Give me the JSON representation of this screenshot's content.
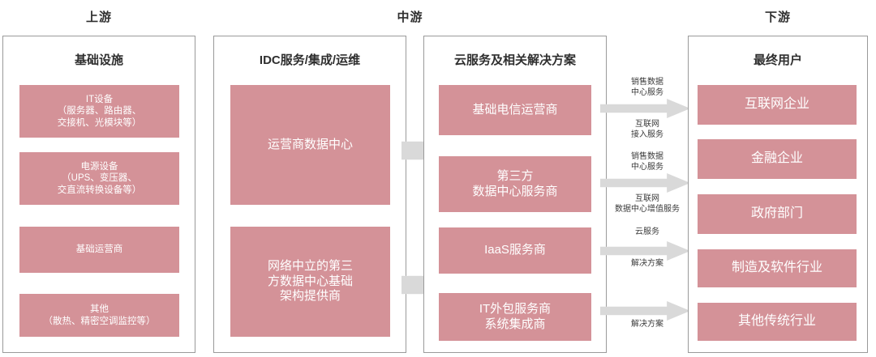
{
  "stages": [
    {
      "label": "上游"
    },
    {
      "label": "中游"
    },
    {
      "label": "下游"
    }
  ],
  "columns": [
    {
      "title": "基础设施",
      "boxes": [
        {
          "text": "IT设备\n（服务器、路由器、\n交接机、光模块等）"
        },
        {
          "text": "电源设备\n（UPS、变压器、\n交直流转换设备等）"
        },
        {
          "text": "基础运营商"
        },
        {
          "text": "其他\n（散热、精密空调监控等）"
        }
      ]
    },
    {
      "title": "IDC服务/集成/运维",
      "boxes": [
        {
          "text": "运营商数据中心"
        },
        {
          "text": "网络中立的第三\n方数据中心基础\n架构提供商"
        }
      ]
    },
    {
      "title": "云服务及相关解决方案",
      "boxes": [
        {
          "text": "基础电信运营商"
        },
        {
          "text": "第三方\n数据中心服务商"
        },
        {
          "text": "IaaS服务商"
        },
        {
          "text": "IT外包服务商\n系统集成商"
        }
      ]
    },
    {
      "title": "最终用户",
      "boxes": [
        {
          "text": "互联网企业"
        },
        {
          "text": "金融企业"
        },
        {
          "text": "政府部门"
        },
        {
          "text": "制造及软件行业"
        },
        {
          "text": "其他传统行业"
        }
      ]
    }
  ],
  "flow_labels": [
    {
      "text": "销售数据\n中心服务"
    },
    {
      "text": "互联网\n接入服务"
    },
    {
      "text": "销售数据\n中心服务"
    },
    {
      "text": "互联网\n数据中心增值服务"
    },
    {
      "text": "云服务"
    },
    {
      "text": "解决方案"
    },
    {
      "text": "解决方案"
    }
  ],
  "colors": {
    "box_fill": "#d49298",
    "arrow_fill": "#d9d9d9",
    "panel_border": "#9a9a9a",
    "text_dark": "#2f2f2f",
    "text_light": "#ffffff"
  }
}
